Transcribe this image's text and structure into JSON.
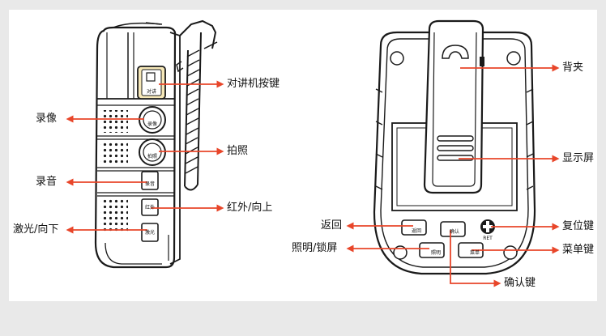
{
  "colors": {
    "arrow": "#e8462a",
    "ink": "#1a1a1a",
    "panel": "#ffffff",
    "frame": "#e9e9e9"
  },
  "side_view": {
    "labels": {
      "ptt": "对讲机按键",
      "video": "录像",
      "photo": "拍照",
      "audio": "录音",
      "ir_up": "红外/向上",
      "laser_down": "激光/向下"
    },
    "button_text": {
      "ptt": "对讲",
      "video": "录像",
      "photo": "拍照",
      "audio": "录音",
      "ir": "红外",
      "laser": "激光"
    }
  },
  "back_view": {
    "labels": {
      "clip": "背夹",
      "screen": "显示屏",
      "back": "返回",
      "reset": "复位键",
      "light_lock": "照明/锁屏",
      "menu": "菜单键",
      "confirm": "确认键"
    },
    "button_text": {
      "back": "返回",
      "confirm": "确认",
      "light": "照明",
      "menu": "菜单",
      "reset": "RET"
    }
  }
}
